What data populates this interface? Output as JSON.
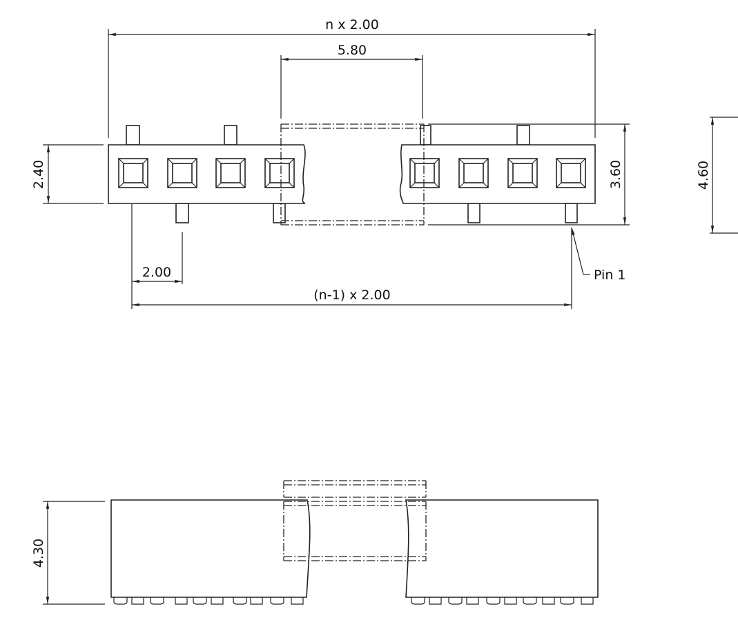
{
  "dimensions": {
    "total_length": "n x 2.00",
    "break_width": "5.80",
    "body_width_top": "2.40",
    "pin_span": "3.60",
    "overall_depth": "4.60",
    "pitch": "2.00",
    "pin_row_length": "(n-1) x 2.00",
    "height": "4.30"
  },
  "labels": {
    "pin1": "Pin 1"
  }
}
